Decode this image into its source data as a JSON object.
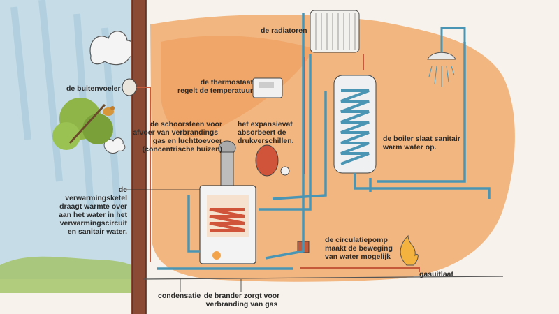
{
  "labels": {
    "radiators": "de radiatoren",
    "outdoor_sensor": "de buitenvoeler",
    "thermostat": "de thermostaat\nregelt de temperatuur",
    "chimney": "de schoorsteen voor\nafvoer van verbrandings–\ngas en luchttoevoer\n(concentrische buizen)",
    "expansion_vessel": "het expansievat\nabsorbeert de\ndrukverschillen.",
    "boiler_tank": "de boiler slaat sanitair\nwarm water op.",
    "heating_boiler": "de\nverwarmingsketel\ndraagt warmte over\naan het water in het\nverwarmingscircuit\nen sanitair water.",
    "circulation_pump": "de circulatiepomp\nmaakt de beweging\nvan water mogelijk",
    "gas_outlet": "gasuitlaat",
    "condensation": "condensatie",
    "burner": "de brander zorgt voor\nverbranding van gas"
  },
  "colors": {
    "background": "#f7f3ec",
    "orange_wash": "#f0a15e",
    "sky": "#9cc4dd",
    "pipe_blue": "#4a95b4",
    "pipe_red": "#d0543a",
    "wall": "#7a3f2c",
    "ink": "#2b2b2b"
  },
  "icons": [
    "cloud-icon",
    "tree-icon",
    "bird-icon",
    "radiator-icon",
    "shower-icon",
    "flame-icon",
    "thermostat-icon",
    "expansion-vessel-icon",
    "boiler-tank-icon",
    "heating-boiler-icon",
    "pump-icon",
    "pressure-gauge-icon"
  ]
}
